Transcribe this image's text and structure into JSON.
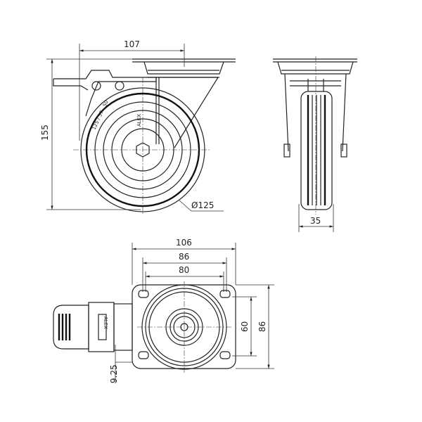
{
  "drawing": {
    "dimensions": {
      "side_width": "107",
      "side_height": "155",
      "wheel_diameter": "Ø125",
      "front_width": "35",
      "plate_width": "106",
      "hole_spacing_outer": "86",
      "hole_spacing_inner": "80",
      "hole_spacing_vertical": "60",
      "plate_height": "86",
      "offset": "9.25"
    },
    "wheel_marking": "125 / 37 - 50",
    "brand": "ALEX"
  }
}
